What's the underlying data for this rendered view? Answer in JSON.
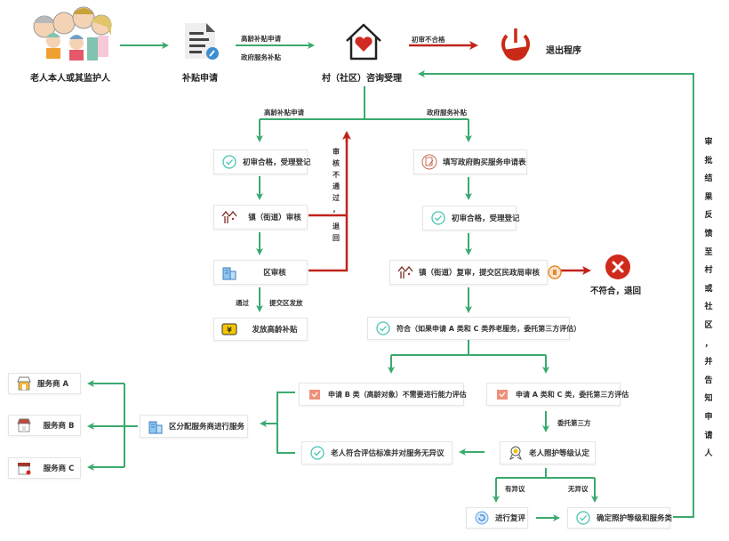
{
  "colors": {
    "flow": "#3aaa6e",
    "reject": "#c0231a",
    "exit_red": "#c92a17"
  },
  "top": {
    "applicant": "老人本人或其监护人",
    "subsidy_apply": "补贴申请",
    "arrow_label_1": "高龄补贴申请",
    "arrow_label_2": "政府服务补贴",
    "village": "村（社区）咨询受理",
    "fail_label": "初审不合格",
    "exit": "退出程序"
  },
  "left_branch": {
    "label": "高龄补贴申请",
    "step1": "初审合格，受理登记",
    "step2": "镇（街道）审核",
    "step3": "区审核",
    "pass_label": "通过",
    "submit_label": "提交区发放",
    "step4": "发放高龄补贴",
    "reject_vertical": [
      "审",
      "核",
      "不",
      "通",
      "过",
      "，",
      "退",
      "回"
    ]
  },
  "right_branch": {
    "label": "政府服务补贴",
    "step1": "填写政府购买服务申请表",
    "step2": "初审合格，受理登记",
    "step3": "镇（街道）复审，提交区民政局审核",
    "reject_text": "不符合，退回",
    "step4": "符合（如果申请 A 类和 C 类养老服务，委托第三方评估）",
    "type_b": "申请 B 类（高龄对象）不需要进行能力评估",
    "type_ac": "申请 A 类和 C 类，委托第三方评估",
    "entrust_label": "委托第三方",
    "care_level": "老人照护等级认定",
    "no_objection_box": "老人符合评估标准并对服务无异议",
    "has_objection": "有异议",
    "no_objection": "无异议",
    "re_evaluate": "进行复评",
    "confirm": "确定照护等级和服务类",
    "distribute": "区分配服务商进行服务",
    "providers": [
      "服务商 A",
      "服务商 B",
      "服务商 C"
    ]
  },
  "feedback_vertical": [
    "审",
    "批",
    "结",
    "果",
    "反",
    "馈",
    "至",
    "村",
    "或",
    "社",
    "区",
    "，",
    "并",
    "告",
    "知",
    "申",
    "请",
    "人"
  ]
}
